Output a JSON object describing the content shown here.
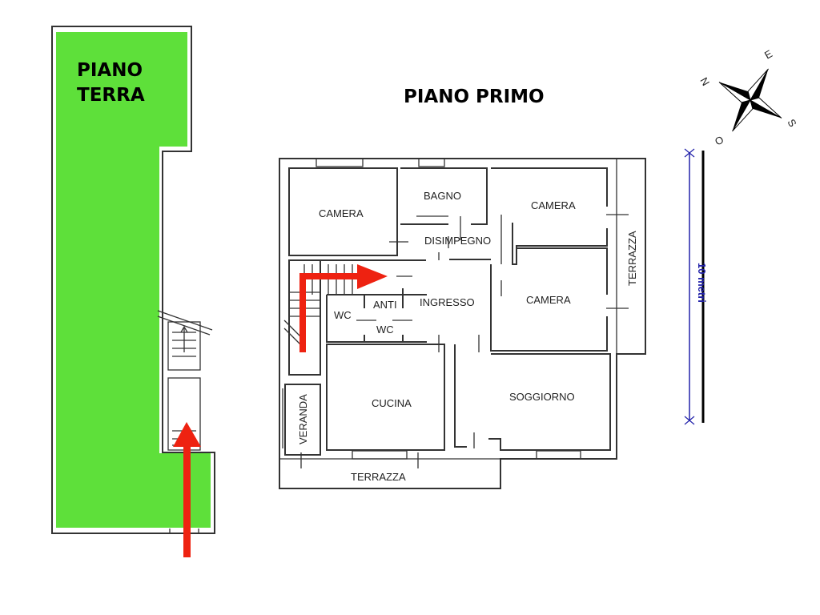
{
  "ground_floor": {
    "title_line1": "PIANO",
    "title_line2": "TERRA",
    "fill_color": "#5ee03a"
  },
  "first_floor": {
    "title": "PIANO PRIMO",
    "rooms": {
      "camera_top_left": "CAMERA",
      "bagno": "BAGNO",
      "camera_top_right": "CAMERA",
      "disimpegno": "DISIMPEGNO",
      "ingresso": "INGRESSO",
      "anti": "ANTI",
      "wc_1": "WC",
      "wc_2": "WC",
      "camera_mid_right": "CAMERA",
      "cucina": "CUCINA",
      "soggiorno": "SOGGIORNO",
      "veranda": "VERANDA",
      "terrazza_right": "TERRAZZA",
      "terrazza_bottom": "TERRAZZA"
    }
  },
  "compass": {
    "n": "N",
    "e": "E",
    "s": "S",
    "o": "O"
  },
  "scale": {
    "label": "10 metri",
    "color": "#2222aa"
  },
  "arrow_color": "#ee2211"
}
